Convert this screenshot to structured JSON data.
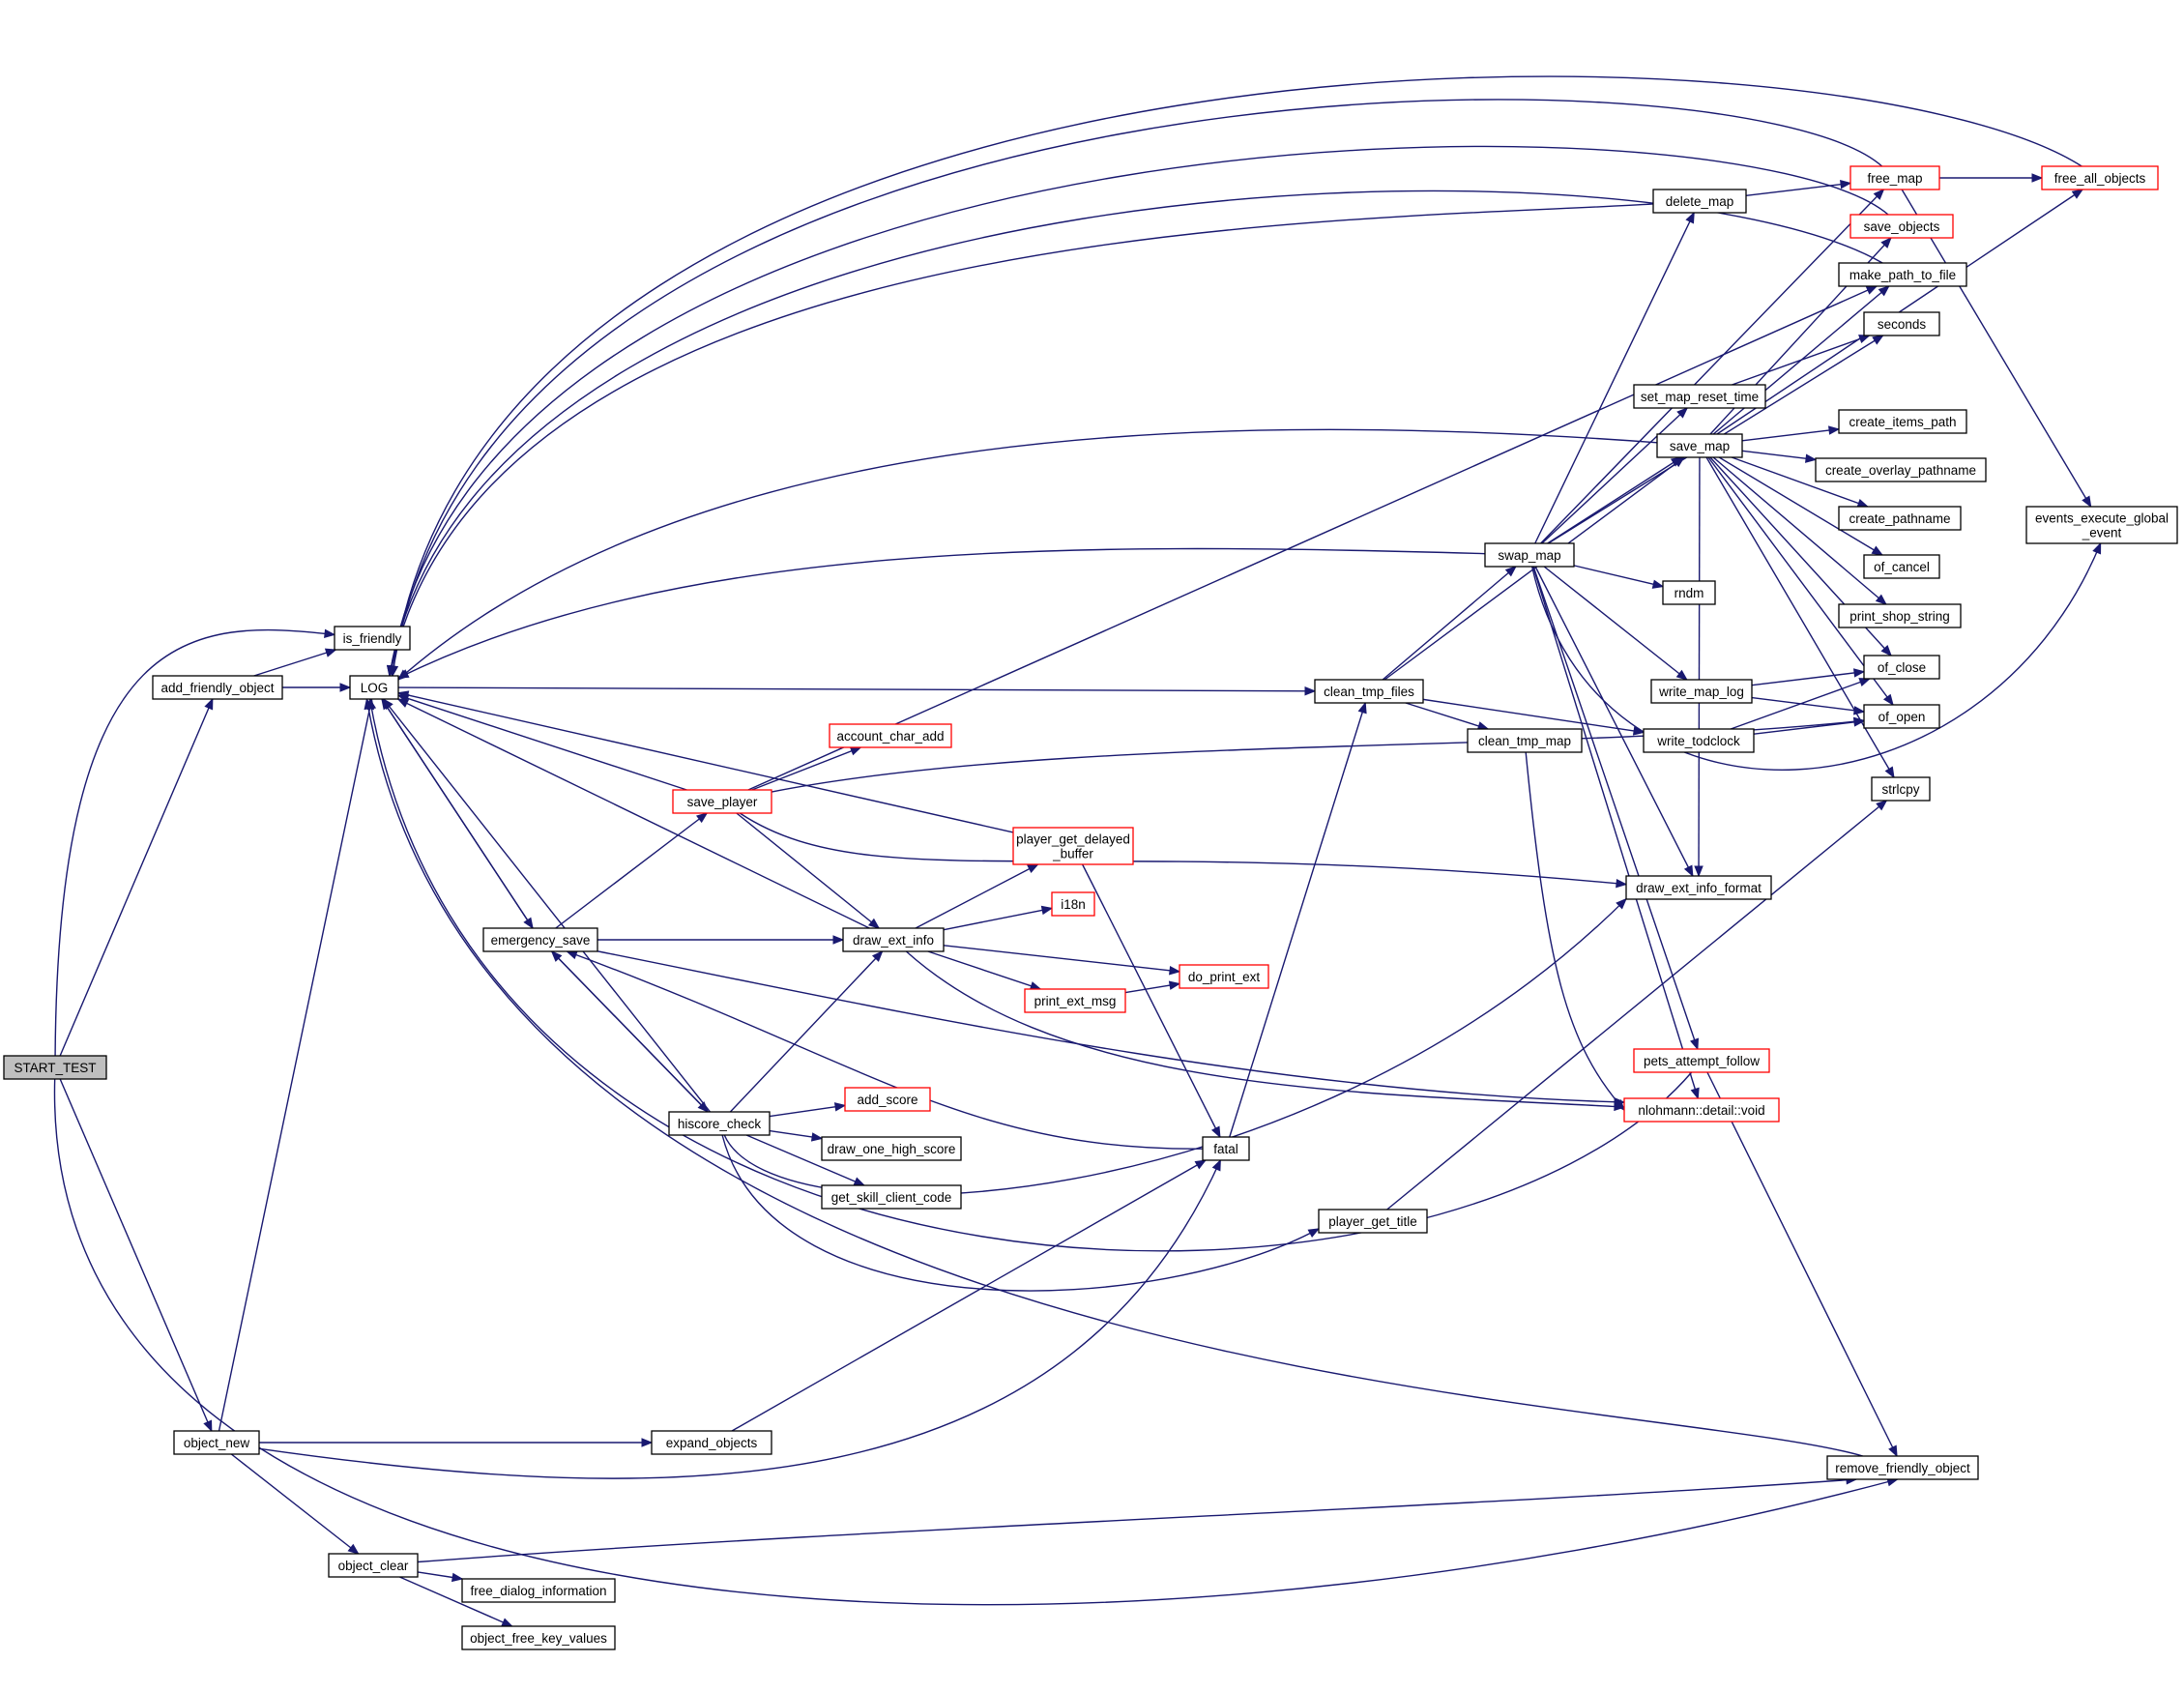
{
  "colors": {
    "edge": "#191970",
    "node_border": "#000000",
    "truncated_border": "#ff0000",
    "root_fill": "#bfbfbf",
    "node_fill": "#ffffff"
  },
  "nodes": [
    {
      "id": "start_test",
      "label": "START_TEST",
      "style": "root"
    },
    {
      "id": "is_friendly",
      "label": "is_friendly",
      "style": "normal"
    },
    {
      "id": "add_friendly_object",
      "label": "add_friendly_object",
      "style": "normal"
    },
    {
      "id": "log",
      "label": "LOG",
      "style": "normal"
    },
    {
      "id": "emergency_save",
      "label": "emergency_save",
      "style": "normal"
    },
    {
      "id": "save_player",
      "label": "save_player",
      "style": "truncated"
    },
    {
      "id": "account_char_add",
      "label": "account_char_add",
      "style": "truncated"
    },
    {
      "id": "player_get_delayed_buffer",
      "label": [
        "player_get_delayed",
        "_buffer"
      ],
      "style": "truncated"
    },
    {
      "id": "i18n",
      "label": "i18n",
      "style": "truncated"
    },
    {
      "id": "draw_ext_info",
      "label": "draw_ext_info",
      "style": "normal"
    },
    {
      "id": "do_print_ext",
      "label": "do_print_ext",
      "style": "truncated"
    },
    {
      "id": "print_ext_msg",
      "label": "print_ext_msg",
      "style": "truncated"
    },
    {
      "id": "hiscore_check",
      "label": "hiscore_check",
      "style": "normal"
    },
    {
      "id": "add_score",
      "label": "add_score",
      "style": "truncated"
    },
    {
      "id": "draw_one_high_score",
      "label": "draw_one_high_score",
      "style": "normal"
    },
    {
      "id": "get_skill_client_code",
      "label": "get_skill_client_code",
      "style": "normal"
    },
    {
      "id": "fatal",
      "label": "fatal",
      "style": "normal"
    },
    {
      "id": "player_get_title",
      "label": "player_get_title",
      "style": "normal"
    },
    {
      "id": "object_new",
      "label": "object_new",
      "style": "normal"
    },
    {
      "id": "expand_objects",
      "label": "expand_objects",
      "style": "normal"
    },
    {
      "id": "object_clear",
      "label": "object_clear",
      "style": "normal"
    },
    {
      "id": "free_dialog_information",
      "label": "free_dialog_information",
      "style": "normal"
    },
    {
      "id": "object_free_key_values",
      "label": "object_free_key_values",
      "style": "normal"
    },
    {
      "id": "clean_tmp_files",
      "label": "clean_tmp_files",
      "style": "normal"
    },
    {
      "id": "clean_tmp_map",
      "label": "clean_tmp_map",
      "style": "normal"
    },
    {
      "id": "swap_map",
      "label": "swap_map",
      "style": "normal"
    },
    {
      "id": "delete_map",
      "label": "delete_map",
      "style": "normal"
    },
    {
      "id": "free_map",
      "label": "free_map",
      "style": "truncated"
    },
    {
      "id": "free_all_objects",
      "label": "free_all_objects",
      "style": "truncated"
    },
    {
      "id": "save_objects",
      "label": "save_objects",
      "style": "truncated"
    },
    {
      "id": "make_path_to_file",
      "label": "make_path_to_file",
      "style": "normal"
    },
    {
      "id": "seconds",
      "label": "seconds",
      "style": "normal"
    },
    {
      "id": "set_map_reset_time",
      "label": "set_map_reset_time",
      "style": "normal"
    },
    {
      "id": "save_map",
      "label": "save_map",
      "style": "normal"
    },
    {
      "id": "create_items_path",
      "label": "create_items_path",
      "style": "normal"
    },
    {
      "id": "create_overlay_pathname",
      "label": "create_overlay_pathname",
      "style": "normal"
    },
    {
      "id": "create_pathname",
      "label": "create_pathname",
      "style": "normal"
    },
    {
      "id": "of_cancel",
      "label": "of_cancel",
      "style": "normal"
    },
    {
      "id": "print_shop_string",
      "label": "print_shop_string",
      "style": "normal"
    },
    {
      "id": "of_close",
      "label": "of_close",
      "style": "normal"
    },
    {
      "id": "of_open",
      "label": "of_open",
      "style": "normal"
    },
    {
      "id": "rndm",
      "label": "rndm",
      "style": "normal"
    },
    {
      "id": "write_map_log",
      "label": "write_map_log",
      "style": "normal"
    },
    {
      "id": "write_todclock",
      "label": "write_todclock",
      "style": "normal"
    },
    {
      "id": "strlcpy",
      "label": "strlcpy",
      "style": "normal"
    },
    {
      "id": "draw_ext_info_format",
      "label": "draw_ext_info_format",
      "style": "normal"
    },
    {
      "id": "pets_attempt_follow",
      "label": "pets_attempt_follow",
      "style": "truncated"
    },
    {
      "id": "nlohmann_detail_void",
      "label": "nlohmann::detail::void",
      "style": "truncated"
    },
    {
      "id": "remove_friendly_object",
      "label": "remove_friendly_object",
      "style": "normal"
    },
    {
      "id": "events_execute_global_event",
      "label": [
        "events_execute_global",
        "_event"
      ],
      "style": "normal"
    }
  ],
  "edges": [
    {
      "from": "start_test",
      "to": "is_friendly"
    },
    {
      "from": "start_test",
      "to": "add_friendly_object"
    },
    {
      "from": "start_test",
      "to": "object_new"
    },
    {
      "from": "start_test",
      "to": "remove_friendly_object"
    },
    {
      "from": "add_friendly_object",
      "to": "is_friendly"
    },
    {
      "from": "add_friendly_object",
      "to": "log"
    },
    {
      "from": "log",
      "to": "emergency_save"
    },
    {
      "from": "log",
      "to": "clean_tmp_files"
    },
    {
      "from": "emergency_save",
      "to": "log"
    },
    {
      "from": "emergency_save",
      "to": "save_player"
    },
    {
      "from": "emergency_save",
      "to": "draw_ext_info"
    },
    {
      "from": "emergency_save",
      "to": "hiscore_check"
    },
    {
      "from": "emergency_save",
      "to": "nlohmann_detail_void"
    },
    {
      "from": "save_player",
      "to": "log"
    },
    {
      "from": "save_player",
      "to": "account_char_add"
    },
    {
      "from": "save_player",
      "to": "draw_ext_info"
    },
    {
      "from": "save_player",
      "to": "make_path_to_file"
    },
    {
      "from": "save_player",
      "to": "of_open"
    },
    {
      "from": "save_player",
      "to": "draw_ext_info_format"
    },
    {
      "from": "player_get_delayed_buffer",
      "to": "log"
    },
    {
      "from": "player_get_delayed_buffer",
      "to": "fatal"
    },
    {
      "from": "draw_ext_info",
      "to": "log"
    },
    {
      "from": "draw_ext_info",
      "to": "player_get_delayed_buffer"
    },
    {
      "from": "draw_ext_info",
      "to": "i18n"
    },
    {
      "from": "draw_ext_info",
      "to": "do_print_ext"
    },
    {
      "from": "draw_ext_info",
      "to": "print_ext_msg"
    },
    {
      "from": "draw_ext_info",
      "to": "nlohmann_detail_void"
    },
    {
      "from": "print_ext_msg",
      "to": "do_print_ext"
    },
    {
      "from": "hiscore_check",
      "to": "log"
    },
    {
      "from": "hiscore_check",
      "to": "emergency_save"
    },
    {
      "from": "hiscore_check",
      "to": "draw_ext_info"
    },
    {
      "from": "hiscore_check",
      "to": "add_score"
    },
    {
      "from": "hiscore_check",
      "to": "draw_one_high_score"
    },
    {
      "from": "hiscore_check",
      "to": "get_skill_client_code"
    },
    {
      "from": "hiscore_check",
      "to": "draw_ext_info_format"
    },
    {
      "from": "hiscore_check",
      "to": "player_get_title"
    },
    {
      "from": "fatal",
      "to": "emergency_save"
    },
    {
      "from": "fatal",
      "to": "clean_tmp_files"
    },
    {
      "from": "player_get_title",
      "to": "strlcpy"
    },
    {
      "from": "object_new",
      "to": "log"
    },
    {
      "from": "object_new",
      "to": "expand_objects"
    },
    {
      "from": "object_new",
      "to": "fatal"
    },
    {
      "from": "object_new",
      "to": "object_clear"
    },
    {
      "from": "expand_objects",
      "to": "fatal"
    },
    {
      "from": "object_clear",
      "to": "free_dialog_information"
    },
    {
      "from": "object_clear",
      "to": "object_free_key_values"
    },
    {
      "from": "object_clear",
      "to": "remove_friendly_object"
    },
    {
      "from": "clean_tmp_files",
      "to": "swap_map"
    },
    {
      "from": "clean_tmp_files",
      "to": "save_map"
    },
    {
      "from": "clean_tmp_files",
      "to": "clean_tmp_map"
    },
    {
      "from": "clean_tmp_files",
      "to": "write_todclock"
    },
    {
      "from": "clean_tmp_map",
      "to": "nlohmann_detail_void"
    },
    {
      "from": "swap_map",
      "to": "log"
    },
    {
      "from": "swap_map",
      "to": "delete_map"
    },
    {
      "from": "swap_map",
      "to": "free_map"
    },
    {
      "from": "swap_map",
      "to": "seconds"
    },
    {
      "from": "swap_map",
      "to": "set_map_reset_time"
    },
    {
      "from": "swap_map",
      "to": "save_map"
    },
    {
      "from": "swap_map",
      "to": "rndm"
    },
    {
      "from": "swap_map",
      "to": "write_map_log"
    },
    {
      "from": "swap_map",
      "to": "draw_ext_info_format"
    },
    {
      "from": "swap_map",
      "to": "pets_attempt_follow"
    },
    {
      "from": "swap_map",
      "to": "nlohmann_detail_void"
    },
    {
      "from": "swap_map",
      "to": "events_execute_global_event"
    },
    {
      "from": "delete_map",
      "to": "log"
    },
    {
      "from": "delete_map",
      "to": "free_map"
    },
    {
      "from": "free_map",
      "to": "log"
    },
    {
      "from": "free_map",
      "to": "free_all_objects"
    },
    {
      "from": "free_map",
      "to": "events_execute_global_event"
    },
    {
      "from": "free_all_objects",
      "to": "log"
    },
    {
      "from": "save_objects",
      "to": "log"
    },
    {
      "from": "make_path_to_file",
      "to": "log"
    },
    {
      "from": "set_map_reset_time",
      "to": "seconds"
    },
    {
      "from": "save_map",
      "to": "log"
    },
    {
      "from": "save_map",
      "to": "free_all_objects"
    },
    {
      "from": "save_map",
      "to": "save_objects"
    },
    {
      "from": "save_map",
      "to": "make_path_to_file"
    },
    {
      "from": "save_map",
      "to": "create_items_path"
    },
    {
      "from": "save_map",
      "to": "create_overlay_pathname"
    },
    {
      "from": "save_map",
      "to": "create_pathname"
    },
    {
      "from": "save_map",
      "to": "of_cancel"
    },
    {
      "from": "save_map",
      "to": "print_shop_string"
    },
    {
      "from": "save_map",
      "to": "of_close"
    },
    {
      "from": "save_map",
      "to": "of_open"
    },
    {
      "from": "save_map",
      "to": "strlcpy"
    },
    {
      "from": "save_map",
      "to": "draw_ext_info_format"
    },
    {
      "from": "write_map_log",
      "to": "of_close"
    },
    {
      "from": "write_map_log",
      "to": "of_open"
    },
    {
      "from": "write_todclock",
      "to": "of_close"
    },
    {
      "from": "write_todclock",
      "to": "of_open"
    },
    {
      "from": "pets_attempt_follow",
      "to": "log"
    },
    {
      "from": "pets_attempt_follow",
      "to": "remove_friendly_object"
    },
    {
      "from": "remove_friendly_object",
      "to": "log"
    }
  ]
}
